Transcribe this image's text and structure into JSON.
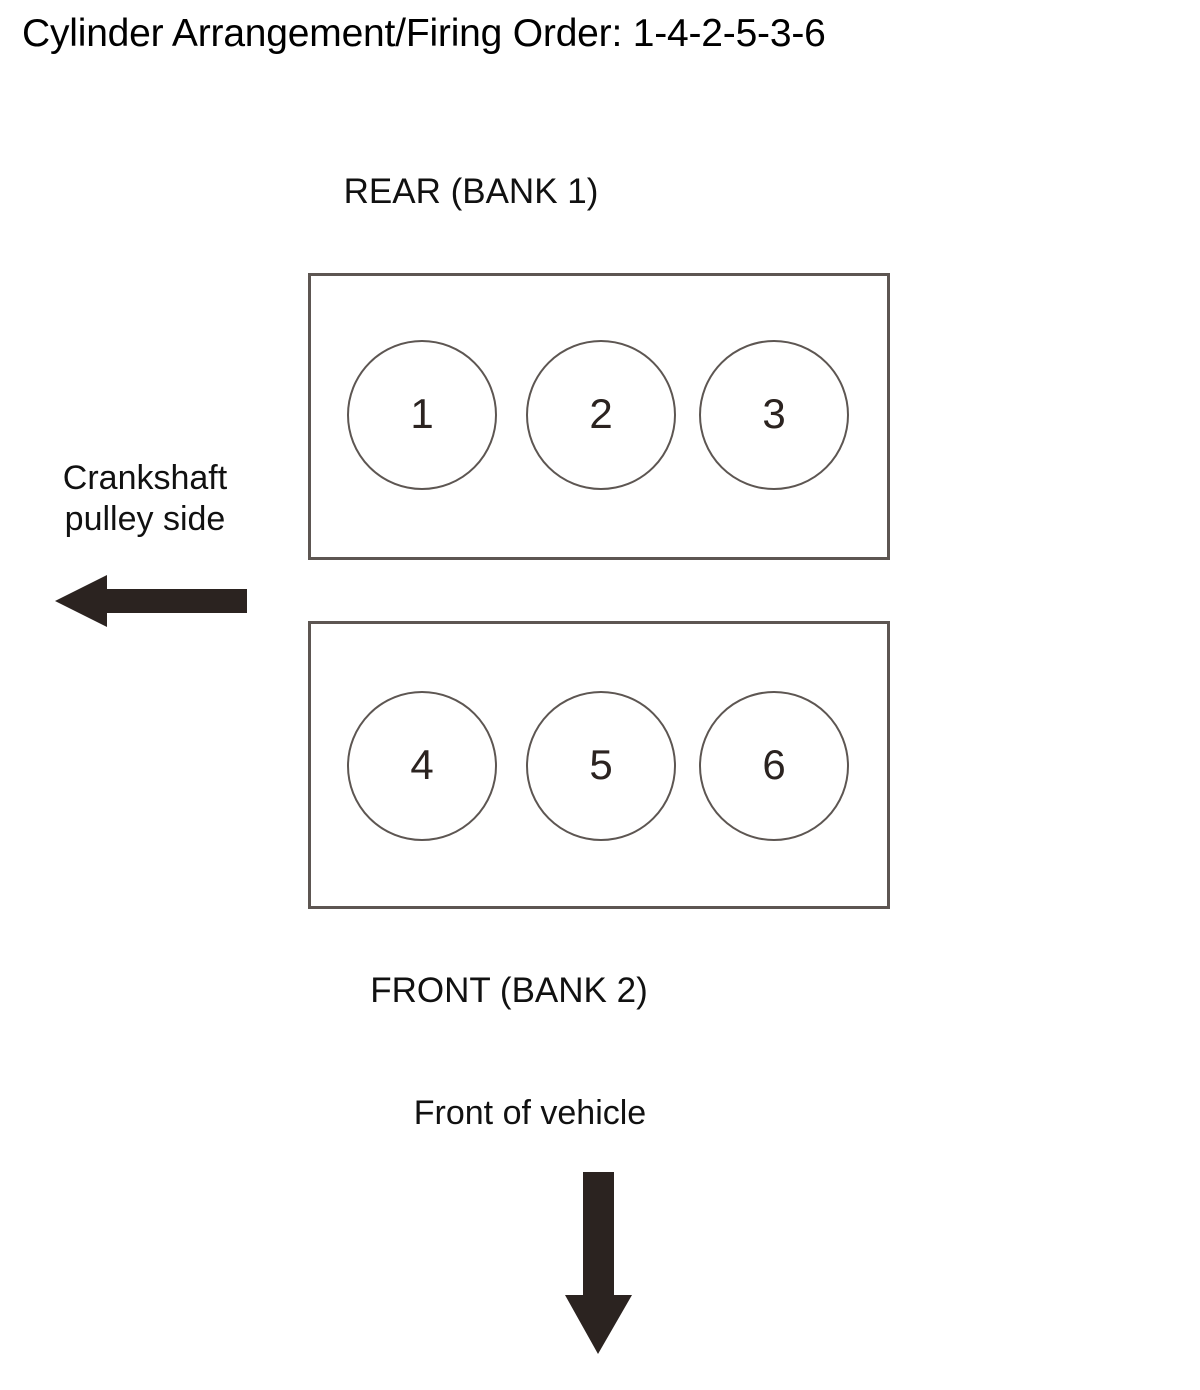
{
  "diagram": {
    "title": "Cylinder Arrangement/Firing Order: 1-4-2-5-3-6",
    "firing_order": "1-4-2-5-3-6",
    "engine_layout": "V6",
    "banks": [
      {
        "id": "bank1",
        "label": "REAR (BANK 1)",
        "label_position": "above",
        "cylinders": [
          {
            "number": "1"
          },
          {
            "number": "2"
          },
          {
            "number": "3"
          }
        ]
      },
      {
        "id": "bank2",
        "label": "FRONT (BANK 2)",
        "label_position": "below",
        "cylinders": [
          {
            "number": "4"
          },
          {
            "number": "5"
          },
          {
            "number": "6"
          }
        ]
      }
    ],
    "annotations": {
      "crankshaft_label_line1": "Crankshaft",
      "crankshaft_label_line2": "pulley side",
      "crankshaft_arrow_direction": "left",
      "front_of_vehicle_label": "Front of vehicle",
      "front_of_vehicle_arrow_direction": "down"
    },
    "colors": {
      "background": "#ffffff",
      "text": "#000000",
      "outline": "#5d5652",
      "arrow_fill": "#2b2320",
      "cylinder_number": "#2b2320"
    }
  }
}
